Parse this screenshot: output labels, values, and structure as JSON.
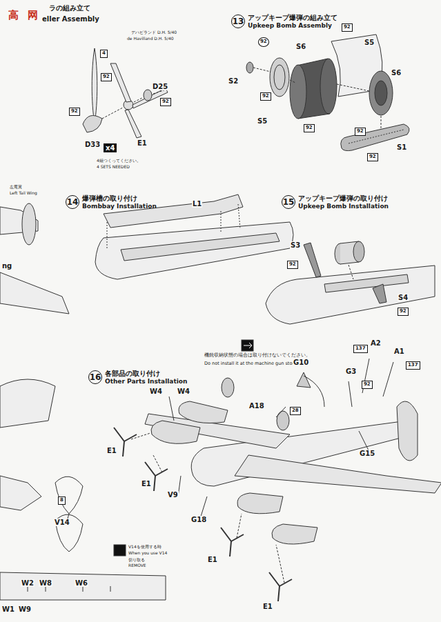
{
  "diagram": {
    "nodes": [
      {
        "text": [
          "13",
          "アップキープ爆弾の組み立て",
          "Upkeep Bomb Assembly"
        ]
      },
      {
        "text": [
          "14",
          "爆弾槽の取り付け",
          "Bombbay Installation"
        ]
      },
      {
        "text": [
          "15",
          "アップキープ爆弾の取り付け",
          "Upkeep Bomb Installation"
        ]
      },
      {
        "text": [
          "16",
          "各部品の取り付け",
          "Other Parts Installation"
        ]
      }
    ],
    "labels": [
      "高",
      "网",
      "ラの組み立て",
      "eller Assembly",
      "デハビランド D.H. 5/40",
      "de Havilland D.H. 5/40",
      "4",
      "92",
      "D25",
      "92",
      "92",
      "D33",
      "E1",
      "x4",
      "4組つくってください。",
      "4 SETS NEEDED",
      "92",
      "S6",
      "92",
      "S5",
      "S2",
      "92",
      "S6",
      "S5",
      "92",
      "92",
      "92",
      "S1",
      "L1",
      "S3",
      "92",
      "S4",
      "92",
      "機銃収納状態の場合は取り付けないでください。",
      "Do not install it at the machine gun storage.",
      "A18",
      "28",
      "G10",
      "G3",
      "92",
      "A2",
      "137",
      "A1",
      "137",
      "G15",
      "W4",
      "W4",
      "E1",
      "E1",
      "V9",
      "G18",
      "E1",
      "E1",
      "左尾翼",
      "Left Tail Wing",
      "ng",
      "8",
      "V14",
      "V14を使用する時",
      "When you use V14",
      "切り取る",
      "REMOVE",
      "W2",
      "W8",
      "W6",
      "W1",
      "W9"
    ]
  }
}
